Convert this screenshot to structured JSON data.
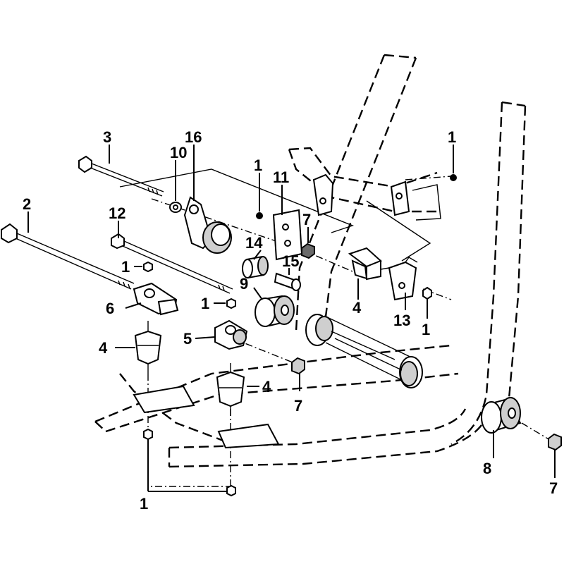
{
  "callouts": [
    {
      "id": "c1-frame-right",
      "text": "1"
    },
    {
      "id": "c1-top",
      "text": "1"
    },
    {
      "id": "c1-left-upper",
      "text": "1"
    },
    {
      "id": "c1-left-mid",
      "text": "1"
    },
    {
      "id": "c1-bottom",
      "text": "1"
    },
    {
      "id": "c1-right-lower",
      "text": "1"
    },
    {
      "id": "c2",
      "text": "2"
    },
    {
      "id": "c3",
      "text": "3"
    },
    {
      "id": "c4-left",
      "text": "4"
    },
    {
      "id": "c4-center",
      "text": "4"
    },
    {
      "id": "c4-right",
      "text": "4"
    },
    {
      "id": "c5",
      "text": "5"
    },
    {
      "id": "c6",
      "text": "6"
    },
    {
      "id": "c7-top",
      "text": "7"
    },
    {
      "id": "c7-center",
      "text": "7"
    },
    {
      "id": "c7-right",
      "text": "7"
    },
    {
      "id": "c8",
      "text": "8"
    },
    {
      "id": "c9",
      "text": "9"
    },
    {
      "id": "c10",
      "text": "10"
    },
    {
      "id": "c11",
      "text": "11"
    },
    {
      "id": "c12",
      "text": "12"
    },
    {
      "id": "c13",
      "text": "13"
    },
    {
      "id": "c14",
      "text": "14"
    },
    {
      "id": "c15",
      "text": "15"
    },
    {
      "id": "c16",
      "text": "16"
    }
  ]
}
